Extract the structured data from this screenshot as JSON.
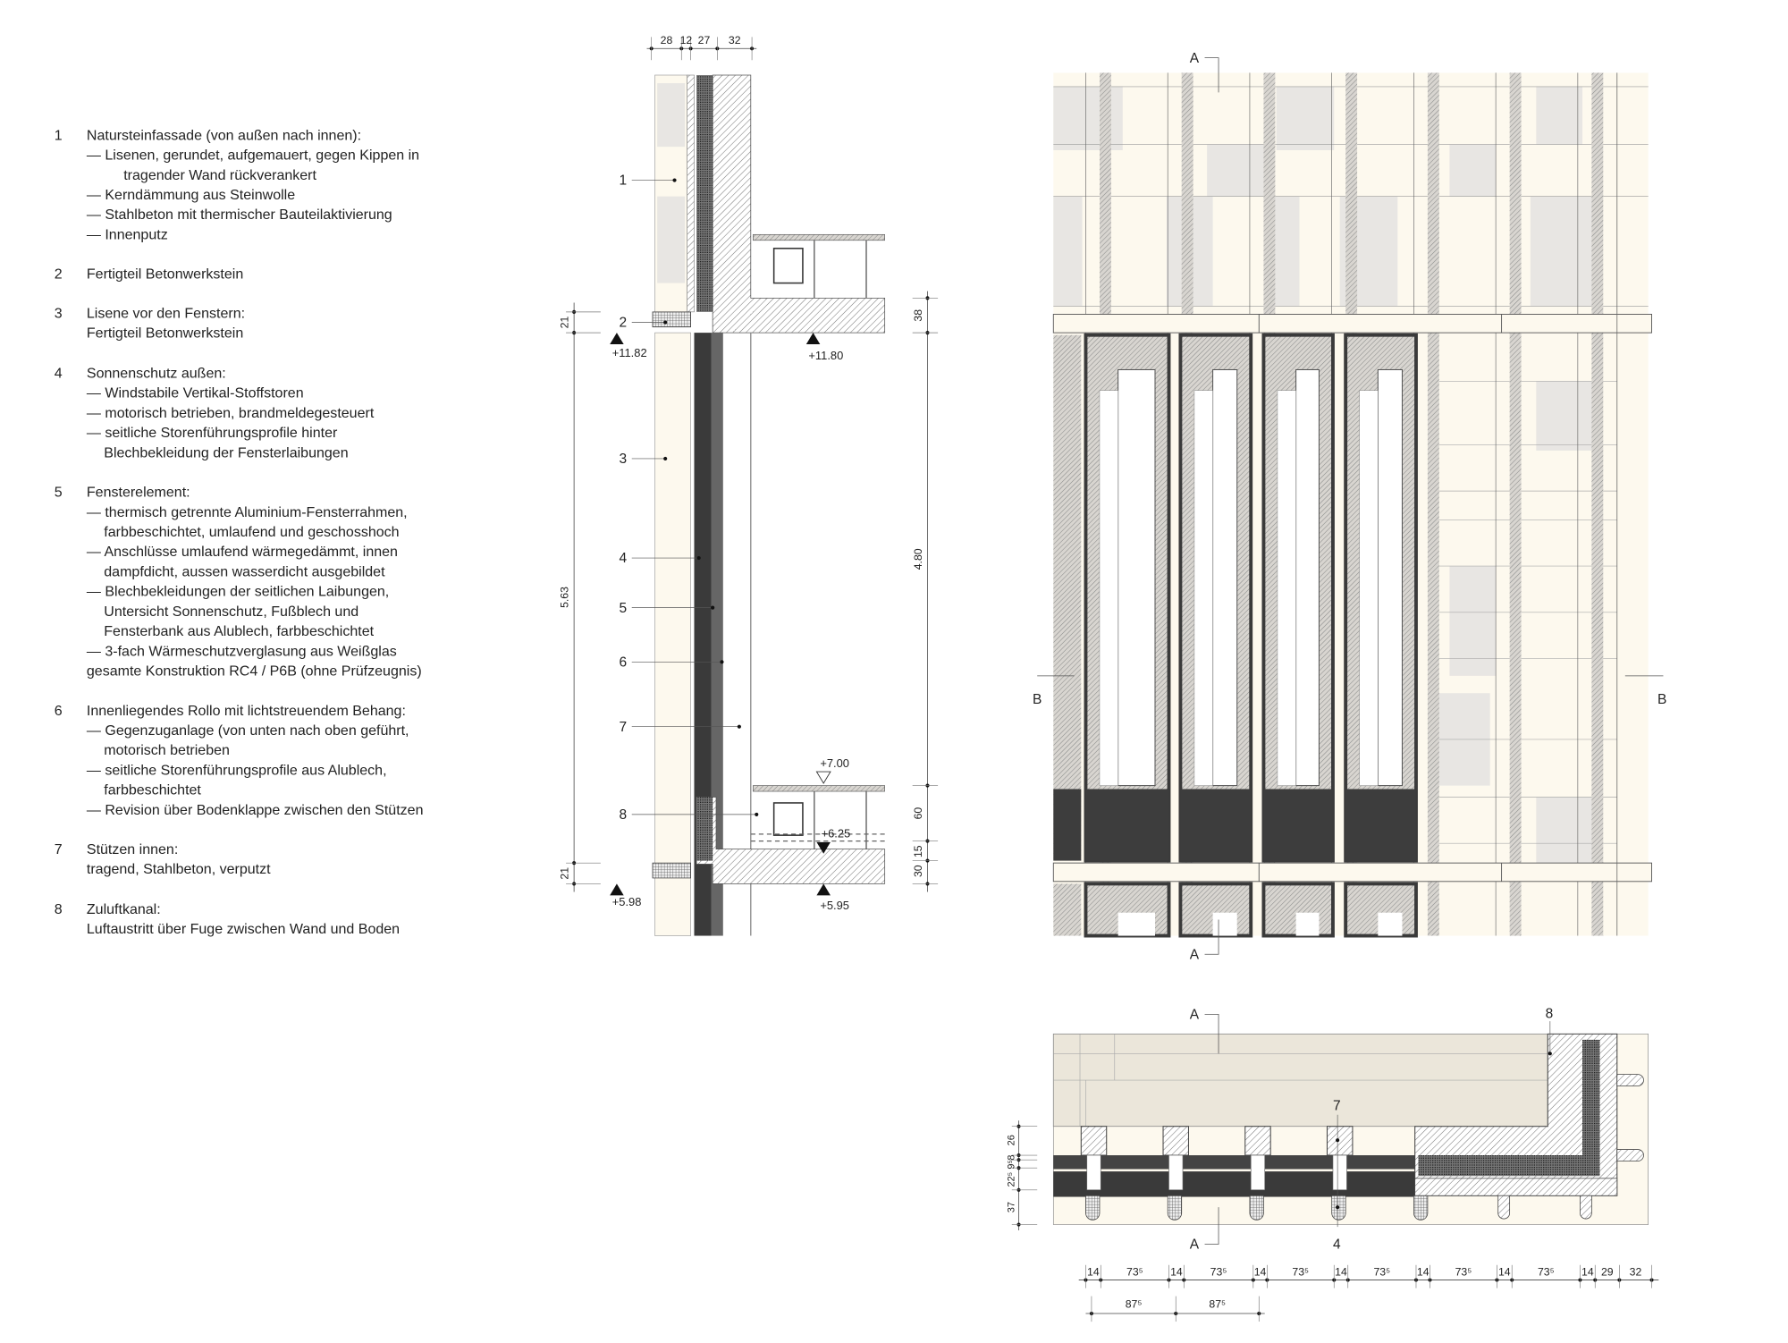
{
  "legend": {
    "items": [
      {
        "num": "1",
        "lines": [
          "Natursteinfassade (von außen nach innen):",
          "— Lisenen, gerundet, aufgemauert, gegen Kippen in",
          "tragender Wand rückverankert",
          "— Kerndämmung aus Steinwolle",
          "— Stahlbeton mit thermischer Bauteilaktivierung",
          "— Innenputz"
        ]
      },
      {
        "num": "2",
        "lines": [
          "Fertigteil Betonwerkstein"
        ]
      },
      {
        "num": "3",
        "lines": [
          "Lisene vor den Fenstern:",
          "Fertigteil Betonwerkstein"
        ]
      },
      {
        "num": "4",
        "lines": [
          "Sonnenschutz außen:",
          "— Windstabile Vertikal-Stoffstoren",
          "— motorisch betrieben, brandmeldegesteuert",
          "— seitliche Storenführungsprofile hinter",
          "Blechbekleidung der Fensterlaibungen"
        ]
      },
      {
        "num": "5",
        "lines": [
          "Fensterelement:",
          "— thermisch getrennte Aluminium-Fensterrahmen,",
          "farbbeschichtet, umlaufend und geschosshoch",
          "— Anschlüsse umlaufend wärmegedämmt, innen",
          "dampfdicht, aussen wasserdicht ausgebildet",
          "— Blechbekleidungen der seitlichen Laibungen,",
          "Untersicht Sonnenschutz, Fußblech und",
          "Fensterbank aus Alublech, farbbeschichtet",
          "— 3-fach Wärmeschutzverglasung aus Weißglas",
          "gesamte Konstruktion RC4 / P6B (ohne Prüfzeugnis)"
        ]
      },
      {
        "num": "6",
        "lines": [
          "Innenliegendes Rollo mit lichtstreuendem Behang:",
          "— Gegenzuganlage (von unten nach oben geführt,",
          "motorisch betrieben",
          "— seitliche Storenführungsprofile aus Alublech,",
          "farbbeschichtet",
          "— Revision über Bodenklappe zwischen den Stützen"
        ]
      },
      {
        "num": "7",
        "lines": [
          "Stützen innen:",
          "tragend, Stahlbeton, verputzt"
        ]
      },
      {
        "num": "8",
        "lines": [
          "Zuluftkanal:",
          "Luftaustritt über Fuge zwischen Wand  und Boden"
        ]
      }
    ]
  },
  "section": {
    "top_dims": [
      "28",
      "12",
      "27",
      "32"
    ],
    "left_dims": [
      "21",
      "5.63",
      "21"
    ],
    "right_dims": [
      "38",
      "4.80",
      "60",
      "15",
      "30"
    ],
    "levels": [
      "+11.82",
      "+11.80",
      "+7.00",
      "+6.25",
      "+5.98",
      "+5.95"
    ],
    "callouts": [
      "1",
      "2",
      "3",
      "4",
      "5",
      "6",
      "7",
      "8"
    ]
  },
  "elevation": {
    "cut_labels": {
      "a_top": "A",
      "a_bottom": "A",
      "b_left": "B",
      "b_right": "B"
    }
  },
  "plan": {
    "cut_labels": {
      "a_top": "A",
      "a_bottom": "A"
    },
    "callouts": [
      "8",
      "7",
      "4"
    ],
    "left_dims": [
      "26",
      "8",
      "9⁵",
      "22⁵",
      "37"
    ],
    "bottom_dims": [
      "14",
      "73⁵",
      "14",
      "73⁵",
      "14",
      "73⁵",
      "14",
      "73⁵",
      "14",
      "73⁵",
      "14",
      "73⁵",
      "14",
      "29",
      "32"
    ],
    "bottom_dims_2": [
      "87⁵",
      "87⁵"
    ]
  },
  "colors": {
    "stone": "#fdf9ee",
    "stone_grey": "#e8e6e3",
    "frame": "#3a3a3a",
    "plan_stone": "#ebe6da"
  }
}
